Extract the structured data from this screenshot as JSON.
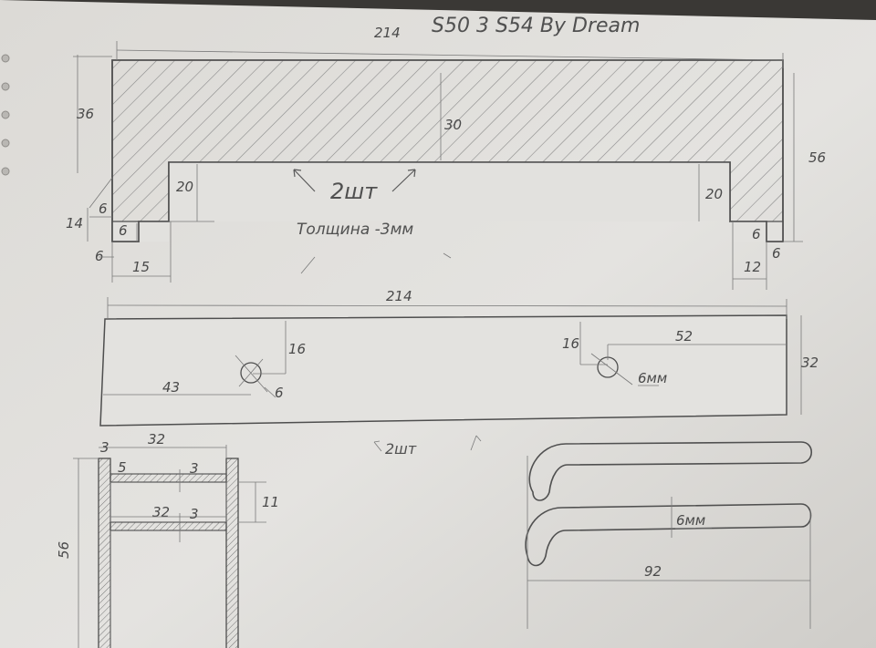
{
  "title": "S50 3 S54 By Dream",
  "part_top": {
    "length": "214",
    "left_height": "36",
    "right_height": "56",
    "mid_height": "30",
    "notch_left": "20",
    "notch_right": "20",
    "step_w_left": "6",
    "step_h_left": "14",
    "step_left_small": "6",
    "step_left_bottom": "6",
    "width_left": "15",
    "width_right": "12",
    "step_right_small": "6",
    "step_right_bottom": "6",
    "qty": "2шт",
    "thickness": "Толщина -3мм"
  },
  "part_middle": {
    "length": "214",
    "height": "32",
    "hole_left_y": "16",
    "hole_left_x": "43",
    "hole_left_d": "6",
    "hole_right_y": "16",
    "hole_right_x": "52",
    "hole_right_d": "6мм",
    "qty": "2шт"
  },
  "part_bottom_left": {
    "width": "32",
    "height": "56",
    "wall": "3",
    "offset": "5",
    "slot1": "3",
    "slot_w": "32",
    "slot2": "3",
    "gap": "11"
  },
  "part_bottom_right": {
    "thickness": "6мм",
    "length": "92"
  }
}
